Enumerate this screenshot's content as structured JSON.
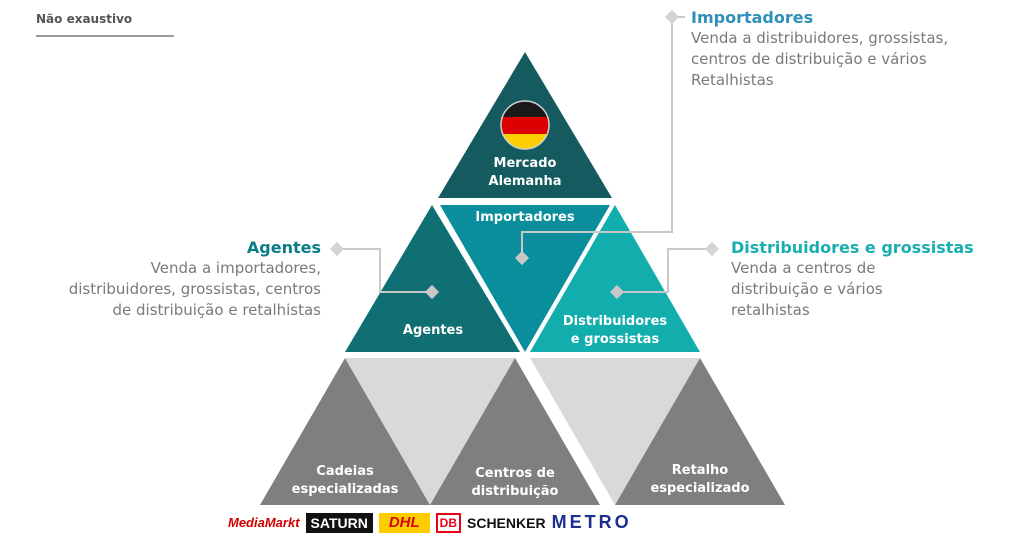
{
  "tag": "Não exaustivo",
  "pyramid": {
    "top": {
      "label_line1": "Mercado",
      "label_line2": "Alemanha",
      "flag_icon": "germany-flag-icon"
    },
    "importadores": "Importadores",
    "agentes": "Agentes",
    "distribuidores_line1": "Distribuidores",
    "distribuidores_line2": "e grossistas",
    "cadeias_line1": "Cadeias",
    "cadeias_line2": "especializadas",
    "centros_line1": "Centros de",
    "centros_line2": "distribuição",
    "retalho_line1": "Retalho",
    "retalho_line2": "especializado"
  },
  "callouts": {
    "importadores": {
      "title": "Importadores",
      "desc_line1": "Venda a distribuidores, grossistas,",
      "desc_line2": "centros de distribuição e vários",
      "desc_line3": "Retalhistas"
    },
    "agentes": {
      "title": "Agentes",
      "desc_line1": "Venda a importadores,",
      "desc_line2": "distribuidores, grossistas, centros",
      "desc_line3": "de distribuição e retalhistas"
    },
    "distribuidores": {
      "title": "Distribuidores e grossistas",
      "desc_line1": "Venda a centros de",
      "desc_line2": "distribuição e vários",
      "desc_line3": "retalhistas"
    }
  },
  "logos": {
    "mediamarkt": "MediaMarkt",
    "saturn": "SATURN",
    "dhl": "DHL",
    "db": "DB",
    "schenker": "SCHENKER",
    "metro": "METRO"
  },
  "colors": {
    "dark_teal": "#145a5e",
    "teal": "#0b7d86",
    "mid_teal": "#1597a2",
    "light_teal": "#12b0b0",
    "gray": "#7f7f7f",
    "light_gray": "#d9d9d9",
    "agentes_title": "#0b7d86",
    "importadores_title": "#2f8fb9",
    "distribuidores_title": "#19aeb0"
  }
}
